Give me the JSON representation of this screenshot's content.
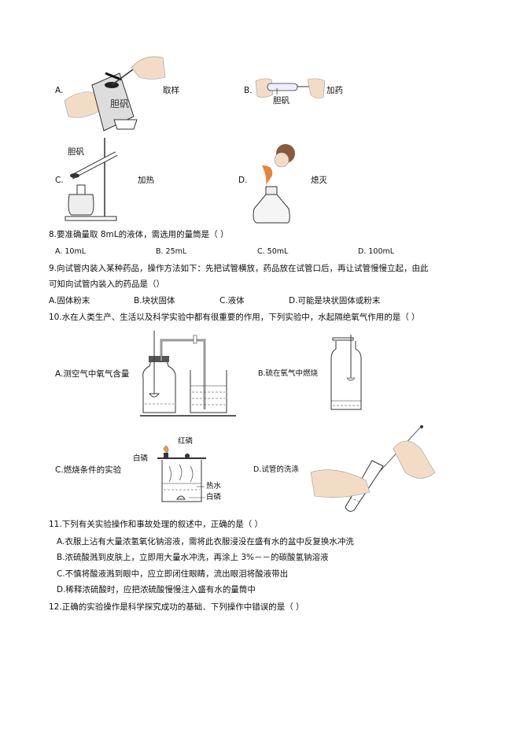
{
  "q7_options": [
    {
      "letter": "A.",
      "label": "取样",
      "bottle_label": "胆矾"
    },
    {
      "letter": "B.",
      "label": "加药",
      "annotation": "胆矾"
    },
    {
      "letter": "C.",
      "label": "加热",
      "annotation": "胆矾"
    },
    {
      "letter": "D.",
      "label": "熄灭"
    }
  ],
  "q8": {
    "stem": "8.要准确量取 8mL的液体，需选用的量筒是（    ）",
    "options": [
      "A. 10mL",
      "B. 25mL",
      "C. 50mL",
      "D. 100mL"
    ]
  },
  "q9": {
    "stem_line1": "9.向试管内装入某种药品，操作方法如下：先把试管横放，药品放在试管口后，再让试管慢慢立起，由此",
    "stem_line2": "可知向试管内装入的药品是（）",
    "options": [
      "A.固体粉末",
      "B.块状固体",
      "C.液体",
      "D.可能是块状固体或粉末"
    ]
  },
  "q10": {
    "stem": "10.水在人类生产、生活以及科学实验中都有很重要的作用，下列实验中，水起隔绝氧气作用的是（        ）",
    "options": [
      {
        "label": "A.测空气中氧气含量"
      },
      {
        "label": "B.硫在氧气中燃烧"
      },
      {
        "label": "C.燃烧条件的实验",
        "annotations": [
          "红磷",
          "白磷",
          "热水",
          "白磷"
        ]
      },
      {
        "label": "D.试管的洗涤"
      }
    ]
  },
  "q11": {
    "stem": "11.下列有关实验操作和事故处理的叙述中，正确的是（    ）",
    "options": [
      "A.衣服上沾有大量浓氢氧化钠溶液，需将此衣服浸没在盛有水的盆中反复换水冲洗",
      "B.浓硫酸溅到皮肤上，立即用大量水冲洗，再涂上 3%－－的碳酸氢钠溶液",
      "C.不慎将酸液溅到眼中，应立即闭住眼睛，流出眼泪将酸液带出",
      "D.稀释浓硫酸时，应把浓硫酸慢慢注入盛有水的量筒中"
    ]
  },
  "q12": {
    "stem": "12.正确的实验操作是科学探究成功的基础．下列操作中错误的是（    ）"
  }
}
